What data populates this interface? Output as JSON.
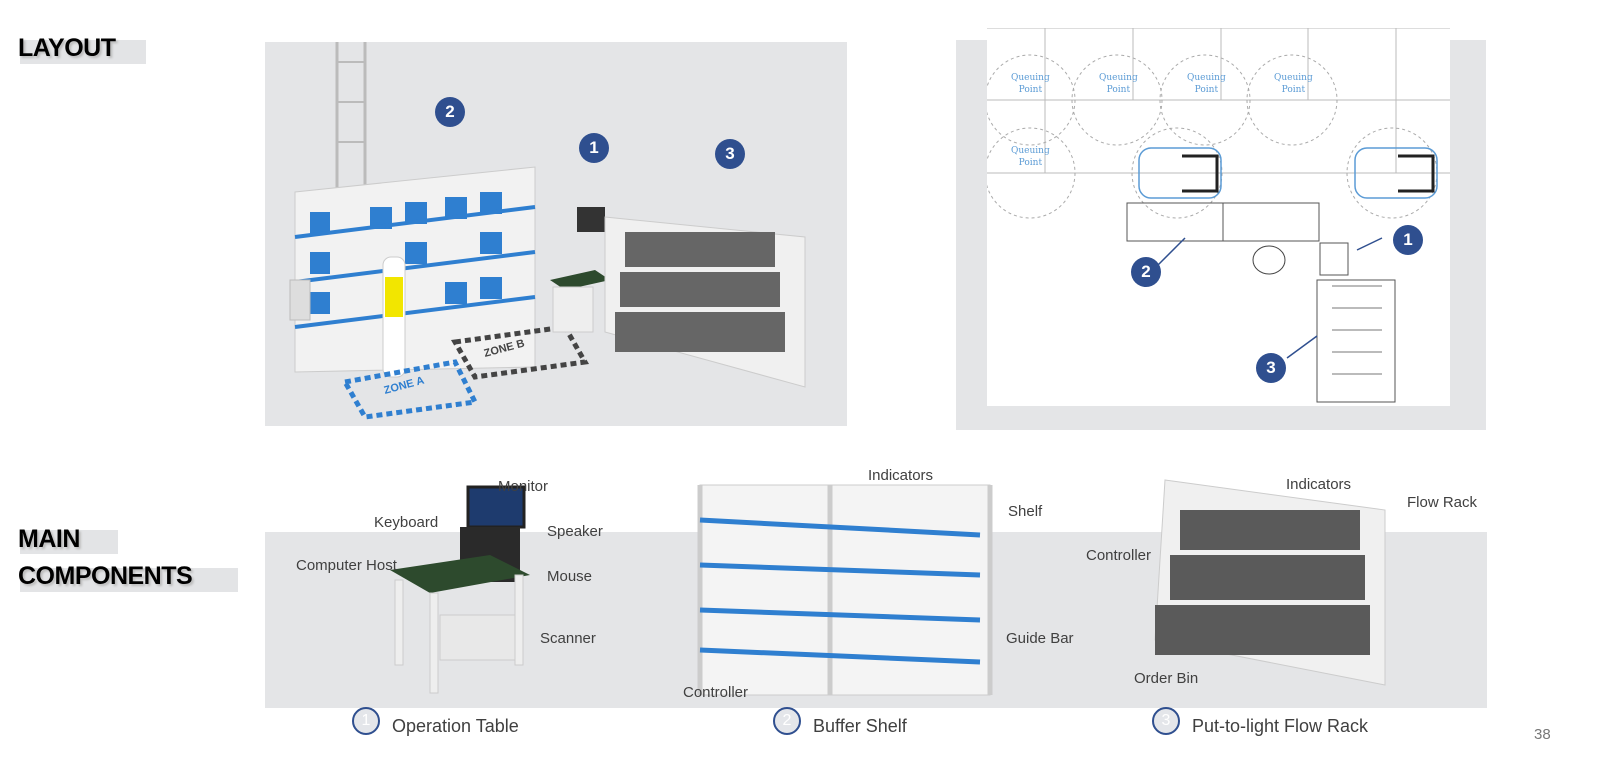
{
  "sections": {
    "layout": "LAYOUT",
    "main_components_line1": "MAIN",
    "main_components_line2": "COMPONENTS"
  },
  "layout_render": {
    "badges": [
      "1",
      "2",
      "3"
    ],
    "floor_zones": [
      "ZONE A",
      "ZONE B"
    ]
  },
  "floor_plan": {
    "queuing_label_line1": "Queuing",
    "queuing_label_line2": "Point",
    "badges": [
      "1",
      "2",
      "3"
    ]
  },
  "components": [
    {
      "number": "1",
      "name": "Operation Table",
      "labels": [
        "Monitor",
        "Keyboard",
        "Speaker",
        "Computer Host",
        "Mouse",
        "Scanner"
      ]
    },
    {
      "number": "2",
      "name": "Buffer Shelf",
      "labels": [
        "Indicators",
        "Shelf",
        "Controller",
        "Guide Bar"
      ]
    },
    {
      "number": "3",
      "name": "Put-to-light Flow Rack",
      "labels": [
        "Indicators",
        "Flow Rack",
        "Controller",
        "Order Bin"
      ]
    }
  ],
  "page_number": "38",
  "colors": {
    "badge": "#2f4f8f",
    "accent_blue": "#2f7fd0",
    "panel": "#e4e5e7",
    "queuing_text": "#5b9bd5"
  }
}
